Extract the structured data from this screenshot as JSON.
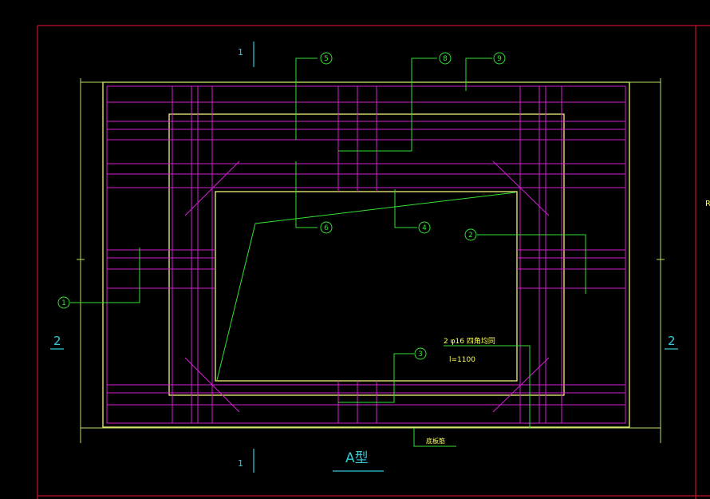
{
  "drawing": {
    "title": "A型",
    "section_left_top": "1",
    "section_left_bottom": "1",
    "section_right_mark": "2",
    "section_side_left": "2",
    "section_side_right": "2",
    "edge_label_right": "R",
    "rebar_note": "2 φ16 四角均同",
    "rebar_length": "l=1100",
    "bottom_note": "底板筋",
    "callouts": [
      {
        "id": "c1",
        "label": "1"
      },
      {
        "id": "c2",
        "label": "2"
      },
      {
        "id": "c3",
        "label": "3"
      },
      {
        "id": "c4",
        "label": "4"
      },
      {
        "id": "c5",
        "label": "5"
      },
      {
        "id": "c6",
        "label": "6"
      },
      {
        "id": "c8",
        "label": "8"
      },
      {
        "id": "c9",
        "label": "9"
      }
    ]
  },
  "colors": {
    "background": "#000000",
    "frame": "#c8102e",
    "rebar": "#d21fd2",
    "outline": "#f2f27a",
    "leader": "#33e133",
    "cyan_text": "#35c9d6",
    "yellow_text": "#ffff55"
  }
}
